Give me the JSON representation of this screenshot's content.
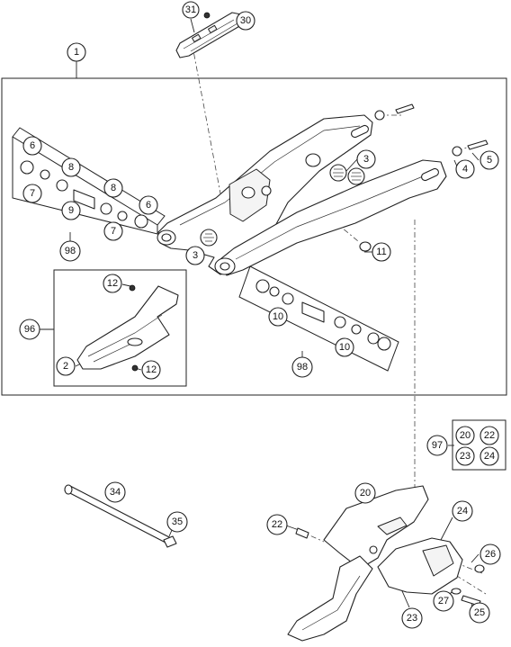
{
  "callouts": {
    "c31": "31",
    "c30": "30",
    "c1": "1",
    "c6a": "6",
    "c8a": "8",
    "c7a": "7",
    "c8b": "8",
    "c9": "9",
    "c6b": "6",
    "c7b": "7",
    "c98a": "98",
    "c3a": "3",
    "c4": "4",
    "c5": "5",
    "c3b": "3",
    "c11": "11",
    "c12a": "12",
    "c96": "96",
    "c2": "2",
    "c12b": "12",
    "c10a": "10",
    "c10b": "10",
    "c98b": "98",
    "c97": "97",
    "k20": "20",
    "k22": "22",
    "k23": "23",
    "k24": "24",
    "c34": "34",
    "c35": "35",
    "c20": "20",
    "c22": "22",
    "c24": "24",
    "c26": "26",
    "c27": "27",
    "c23": "23",
    "c25": "25"
  }
}
